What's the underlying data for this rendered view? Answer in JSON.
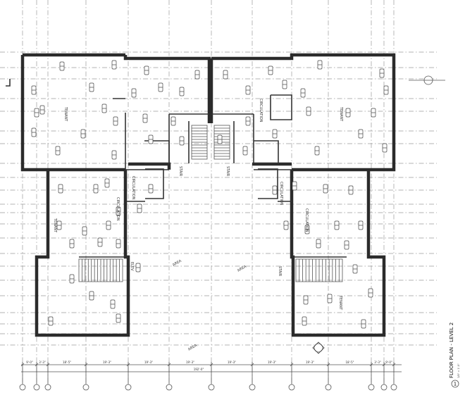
{
  "sheet": {
    "title": "FLOOR PLAN - LEVEL 2",
    "view_number": "1",
    "scale_note": "1/8\" = 1'-0\""
  },
  "rooms": [
    {
      "id": "tenant-nw",
      "label": "TENANT"
    },
    {
      "id": "tenant-ne",
      "label": "TENANT"
    },
    {
      "id": "tenant-w",
      "label": "TENANT"
    },
    {
      "id": "tenant-se",
      "label": "TENANT"
    },
    {
      "id": "circ-1",
      "label": "CIRCULATION"
    },
    {
      "id": "circ-2",
      "label": "CIRCULATION"
    },
    {
      "id": "circ-3",
      "label": "CIRCULATION"
    },
    {
      "id": "circ-4",
      "label": "CIRCULATION"
    },
    {
      "id": "circ-5",
      "label": "CIRCULATION"
    },
    {
      "id": "stair-1",
      "label": "STAIR"
    },
    {
      "id": "stair-2",
      "label": "STAIR"
    },
    {
      "id": "stair-3",
      "label": "STAIR"
    },
    {
      "id": "elev",
      "label": "ELEV"
    },
    {
      "id": "area-1",
      "label": "AREA"
    },
    {
      "id": "area-2",
      "label": "AREA"
    },
    {
      "id": "area-3",
      "label": "AREA"
    }
  ],
  "dimensions": {
    "segments": [
      "9'-0\"",
      "3'-3\"",
      "18'-5\"",
      "19'-3\"",
      "19'-3\"",
      "19'-3\"",
      "19'-3\"",
      "19'-3\"",
      "19'-3\"",
      "18'-5\"",
      "3'-3\"",
      "9'-0\""
    ],
    "overall": "192'-0\""
  }
}
